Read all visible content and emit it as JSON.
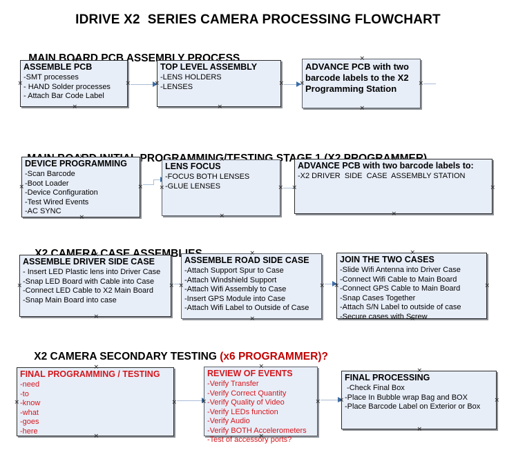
{
  "document": {
    "title": "IDRIVE X2  SERIES CAMERA PROCESSING FLOWCHART",
    "accent_color": "#d3161c",
    "box_fill": "#e8eef8",
    "connector_color": "#a8bcd4"
  },
  "sections": [
    {
      "id": "main-board-pcb-assembly",
      "heading": "MAIN BOARD PCB ASSEMBLY PROCESS",
      "heading_accent": "",
      "boxes": [
        {
          "id": "assemble-pcb",
          "title": "ASSEMBLE PCB",
          "lines": [
            "-SMT processes",
            "- HAND Solder processes",
            "- Attach Bar Code Label"
          ]
        },
        {
          "id": "top-level-assembly",
          "title": "TOP LEVEL ASSEMBLY",
          "lines": [
            "-LENS HOLDERS",
            "-LENSES"
          ]
        },
        {
          "id": "advance-pcb-programming-station",
          "title": "ADVANCE PCB with two barcode labels to the  X2 Programming Station",
          "lines": []
        }
      ]
    },
    {
      "id": "main-board-initial-programming",
      "heading": "MAIN BOARD INITIAL PROGRAMMING/TESTING STAGE 1 (X2 PROGRAMMER)",
      "heading_accent": "",
      "boxes": [
        {
          "id": "device-programming",
          "title": "DEVICE PROGRAMMING",
          "lines": [
            "-Scan Barcode",
            "-Boot Loader",
            "-Device Configuration",
            "-Test Wired Events",
            "-AC SYNC"
          ]
        },
        {
          "id": "lens-focus",
          "title": "LENS FOCUS",
          "lines": [
            "-FOCUS BOTH LENSES",
            "-GLUE LENSES"
          ]
        },
        {
          "id": "advance-pcb-driver-side-case",
          "title": "ADVANCE PCB with two barcode labels to:",
          "lines": [
            "-X2 DRIVER  SIDE  CASE  ASSEMBLY STATION"
          ]
        }
      ]
    },
    {
      "id": "x2-camera-case-assemblies",
      "heading": "X2 CAMERA CASE ASSEMBLIES",
      "heading_accent": "",
      "boxes": [
        {
          "id": "assemble-driver-side-case",
          "title": "ASSEMBLE DRIVER SIDE CASE",
          "lines": [
            "- Insert LED Plastic lens into Driver Case",
            "-Snap LED Board with Cable into Case",
            "-Connect LED Cable to X2 Main Board",
            "-Snap Main Board into case"
          ]
        },
        {
          "id": "assemble-road-side-case",
          "title": "ASSEMBLE ROAD SIDE CASE",
          "lines": [
            "-Attach Support Spur to Case",
            "-Attach Windshield Support",
            "-Attach Wifi Assembly to Case",
            "-Insert GPS Module into Case",
            "-Attach Wifi Label to Outside of Case"
          ]
        },
        {
          "id": "join-the-two-cases",
          "title": "JOIN THE TWO CASES",
          "lines": [
            "-Slide Wifi Antenna into Driver Case",
            "-Connect Wifi Cable to Main Board",
            "-Connect GPS Cable to Main Board",
            "-Snap Cases Together",
            "-Attach S/N Label to outside of case",
            "-Secure cases with Screw"
          ]
        }
      ]
    },
    {
      "id": "x2-camera-secondary-testing",
      "heading": "X2 CAMERA SECONDARY TESTING ",
      "heading_accent": "(x6 PROGRAMMER)?",
      "boxes": [
        {
          "id": "final-programming-testing",
          "title": "FINAL PROGRAMMING / TESTING",
          "lines": [
            "-need",
            "-to",
            "-know",
            "-what",
            "-goes",
            "-here"
          ]
        },
        {
          "id": "review-of-events",
          "title": "REVIEW OF EVENTS",
          "lines": [
            "-Verify Transfer",
            "-Verify Correct Quantity",
            "-Verify Quality of Video",
            "-Verify LEDs function",
            "-Verify Audio",
            "-Verify BOTH Accelerometers",
            "-Test of accessory ports?"
          ]
        },
        {
          "id": "final-processing",
          "title": "FINAL PROCESSING",
          "lines": [
            " -Check Final Box",
            "-Place In Bubble wrap Bag and BOX",
            "-Place Barcode Label on Exterior or Box"
          ]
        }
      ]
    }
  ]
}
